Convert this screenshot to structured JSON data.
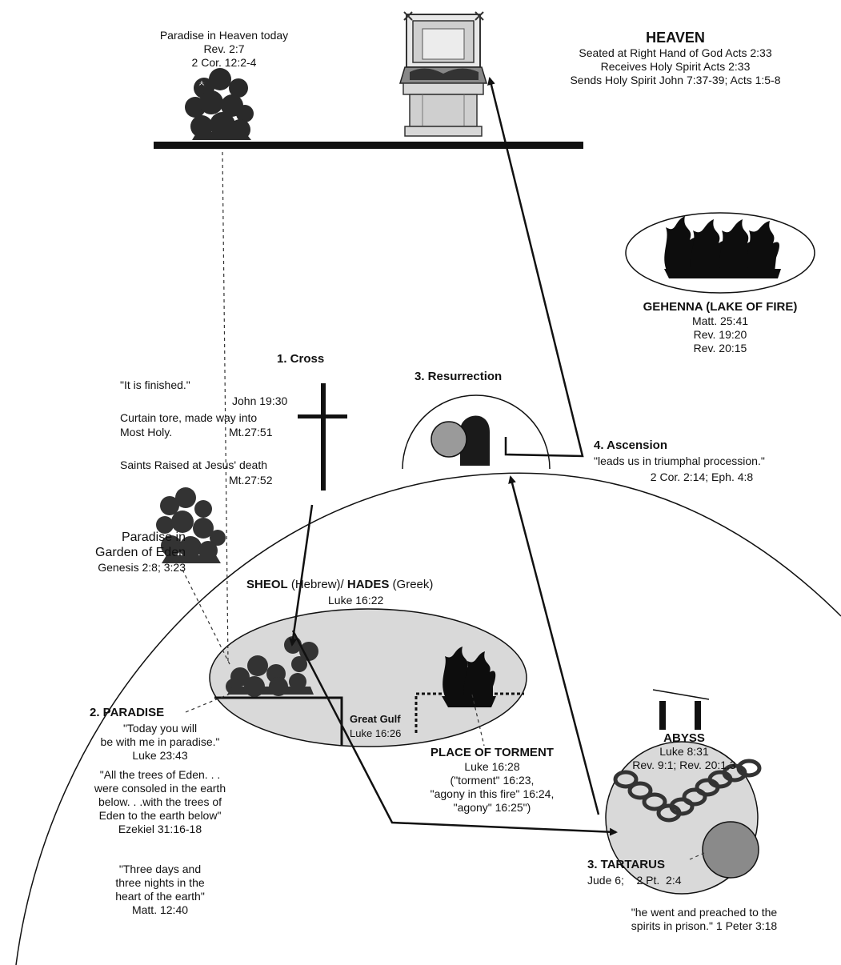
{
  "heaven": {
    "title": "HEAVEN",
    "lines": [
      "Seated at Right Hand of God Acts 2:33",
      "Receives Holy Spirit  Acts 2:33",
      "Sends Holy Spirit John 7:37-39; Acts 1:5-8"
    ]
  },
  "paradise_heaven": {
    "lines": [
      "Paradise in Heaven today",
      "Rev. 2:7",
      "2 Cor. 12:2-4"
    ]
  },
  "gehenna": {
    "title": "GEHENNA (LAKE OF FIRE)",
    "lines": [
      "Matt. 25:41",
      "Rev. 19:20",
      "Rev. 20:15"
    ]
  },
  "cross": {
    "title": "1. Cross",
    "finished": "\"It is finished.\"",
    "finished_ref": "John 19:30",
    "curtain_1": "Curtain tore, made way into",
    "curtain_2": "Most Holy.",
    "curtain_ref": "Mt.27:51",
    "saints": "Saints Raised at Jesus' death",
    "saints_ref": "Mt.27:52"
  },
  "resurrection": {
    "title": "3. Resurrection"
  },
  "ascension": {
    "title": "4.  Ascension",
    "quote": "\"leads us in triumphal procession.\"",
    "refs": "2 Cor. 2:14; Eph. 4:8"
  },
  "eden": {
    "lines": [
      "Paradise in",
      "Garden of Eden",
      "Genesis 2:8; 3:23"
    ]
  },
  "sheol": {
    "sheol": "SHEOL",
    "hebrew": " (Hebrew)/ ",
    "hades": "HADES",
    "greek": " (Greek)",
    "ref": "Luke 16:22"
  },
  "paradise": {
    "title": "2. PARADISE",
    "quote": [
      "\"Today you will",
      "be with me in paradise.\"",
      "Luke 23:43"
    ],
    "eden_quote": [
      "\"All the trees of Eden. . .",
      "were consoled in the earth",
      "below. . .with the trees of",
      "Eden to the earth below\"",
      "Ezekiel 31:16-18"
    ],
    "three_days": [
      "\"Three days and",
      "three nights in the",
      "heart of the earth\"",
      "Matt. 12:40"
    ]
  },
  "gulf": {
    "title": "Great Gulf",
    "ref": "Luke 16:26"
  },
  "torment": {
    "title": "PLACE OF TORMENT",
    "lines": [
      "Luke 16:28",
      "(\"torment\" 16:23,",
      "\"agony in this fire\" 16:24,",
      "\"agony\" 16:25\")"
    ]
  },
  "abyss": {
    "title": "ABYSS",
    "lines": [
      "Luke 8:31",
      "Rev. 9:1; Rev. 20:1,3"
    ]
  },
  "tartarus": {
    "title": "3. TARTARUS",
    "ref": "Jude 6;    2 Pt.  2:4"
  },
  "prison": {
    "lines": [
      "\"he went and preached to the",
      "spirits in prison.\"  1 Peter 3:18"
    ]
  },
  "colors": {
    "ink": "#111111",
    "region_fill": "#d9d9d9",
    "stone": "#9a9a9a",
    "tomb_door": "#1a1a1a",
    "flame": "#0d0d0d"
  }
}
